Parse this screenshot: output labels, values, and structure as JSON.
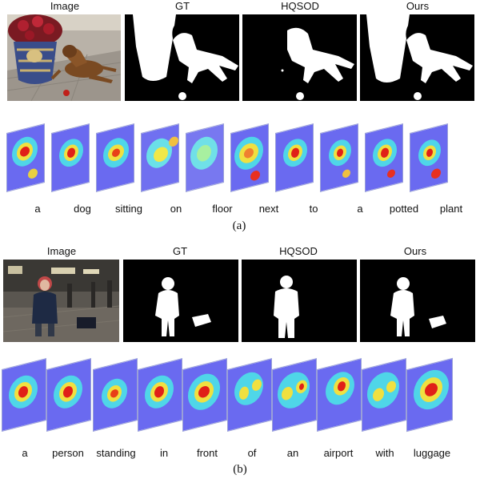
{
  "panel_a": {
    "headers": [
      "Image",
      "GT",
      "HQSOD",
      "Ours"
    ],
    "words": [
      "a",
      "dog",
      "sitting",
      "on",
      "floor",
      "next",
      "to",
      "a",
      "potted",
      "plant"
    ],
    "caption": "(a)"
  },
  "panel_b": {
    "headers": [
      "Image",
      "GT",
      "HQSOD",
      "Ours"
    ],
    "words": [
      "a",
      "person",
      "standing",
      "in",
      "front",
      "of",
      "an",
      "airport",
      "with",
      "luggage"
    ],
    "caption": "(b)"
  }
}
